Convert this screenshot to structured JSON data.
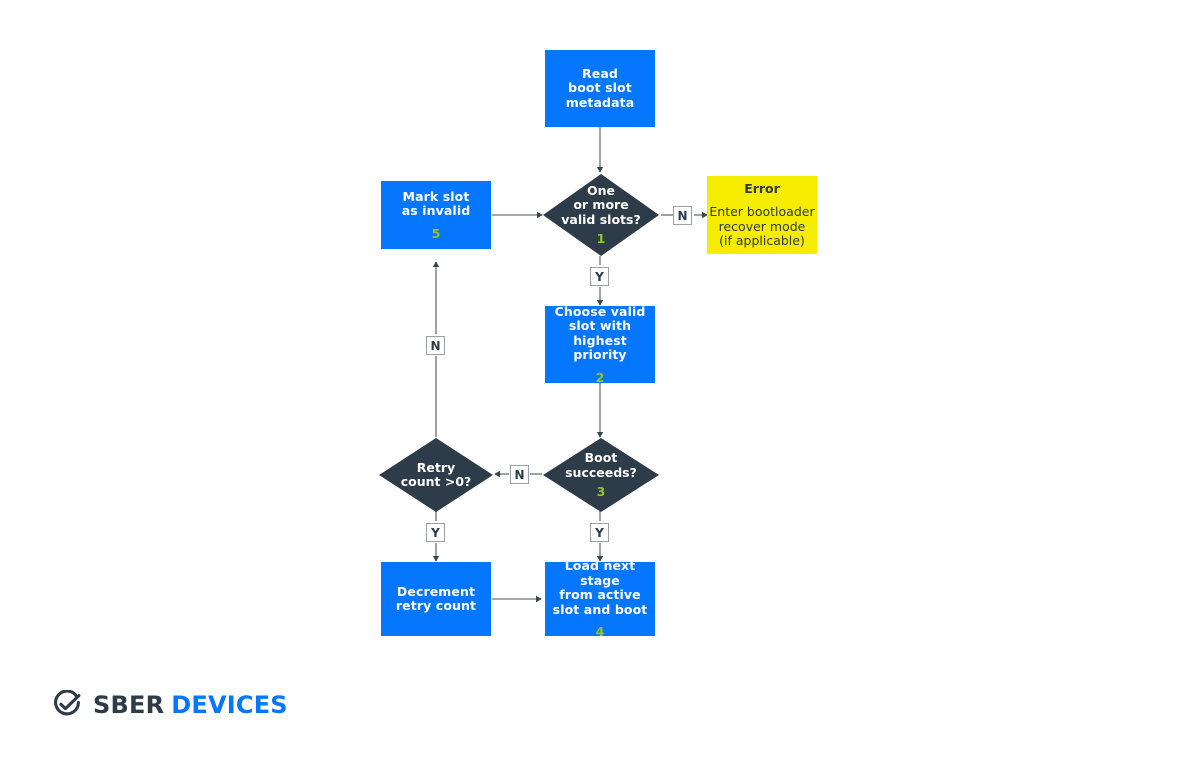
{
  "diagram": {
    "title": "A/B boot slot selection flowchart",
    "colors": {
      "process": "#0577FF",
      "decision": "#2E3B48",
      "error": "#F6EC00",
      "number": "#95C620",
      "edge": "#8A8A8A",
      "arrowhead": "#3A4750"
    },
    "nodes": {
      "read_metadata": {
        "label": "Read\nboot slot\nmetadata"
      },
      "valid_slots": {
        "label": "One\nor more\nvalid slots?",
        "number": "1"
      },
      "mark_invalid": {
        "label": "Mark slot\nas invalid",
        "number": "5"
      },
      "error": {
        "title": "Error",
        "label": "Enter bootloader\nrecover mode\n(if applicable)"
      },
      "choose_slot": {
        "label": "Choose valid\nslot with highest\npriority",
        "number": "2"
      },
      "boot_succeeds": {
        "label": "Boot\nsucceeds?",
        "number": "3"
      },
      "retry_count": {
        "label": "Retry\ncount >0?"
      },
      "decrement": {
        "label": "Decrement\nretry count"
      },
      "load_stage": {
        "label": "Load next stage\nfrom active\nslot and boot",
        "number": "4"
      }
    },
    "edge_labels": {
      "valid_slots_no": "N",
      "valid_slots_yes": "Y",
      "boot_no": "N",
      "boot_yes": "Y",
      "retry_yes": "Y",
      "retry_no": "N"
    }
  },
  "logo": {
    "word1": "SBER",
    "word2": "DEVICES"
  }
}
